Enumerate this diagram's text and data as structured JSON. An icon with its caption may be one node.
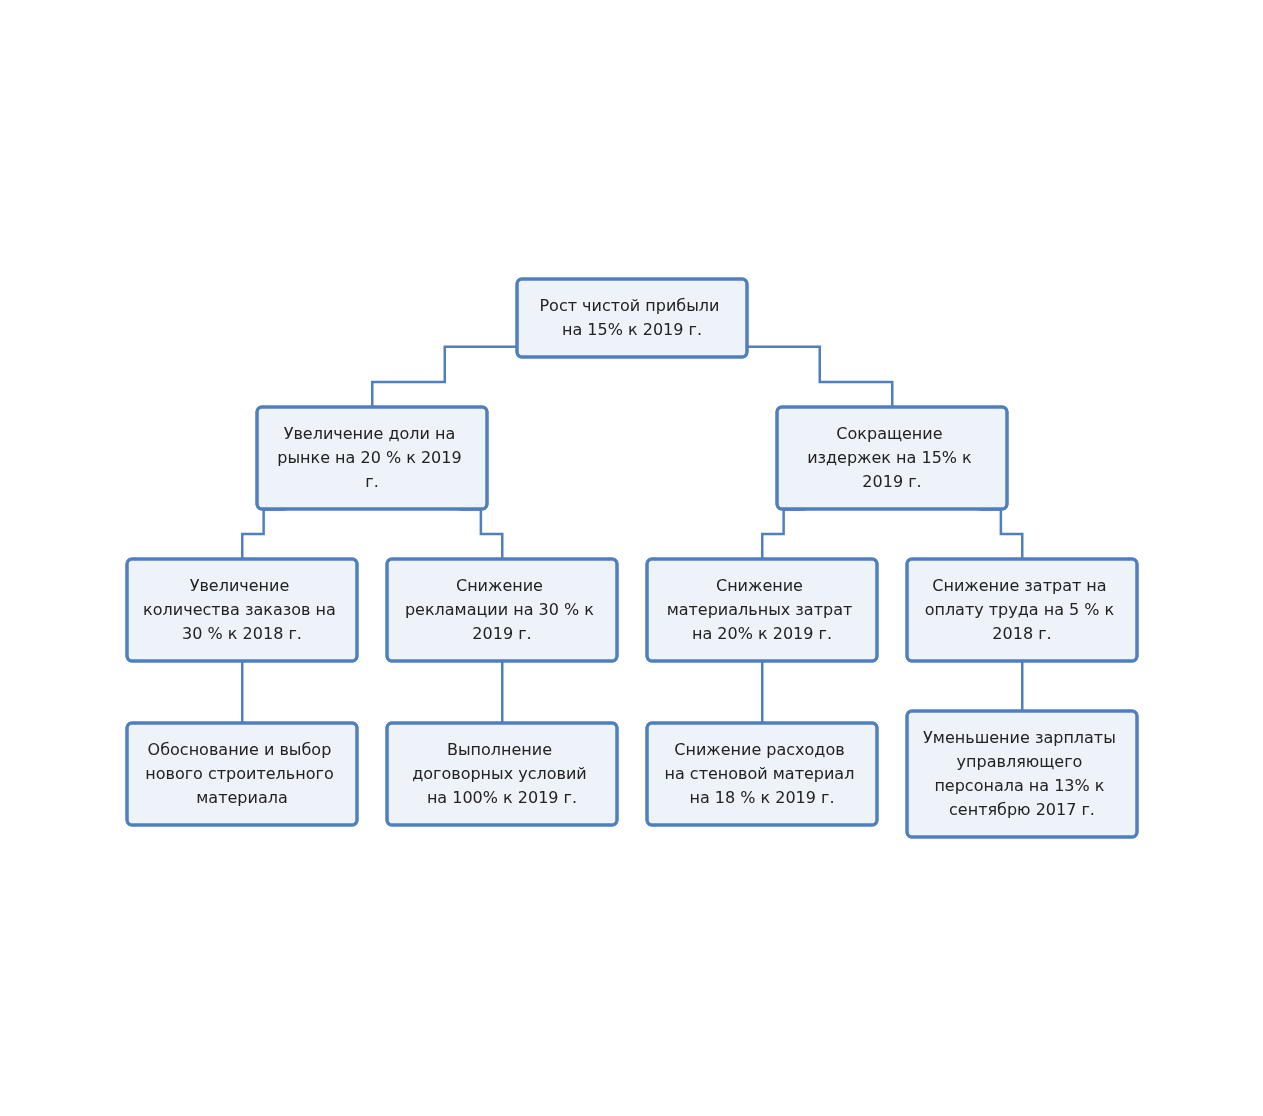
{
  "diagram": {
    "nodes": [
      {
        "text": [
          "Рост чистой прибыли на 15% к 2019 г."
        ]
      },
      {
        "text": [
          "Увеличение доли на рынке на 20 % к 2019 г."
        ]
      },
      {
        "text": [
          "Сокращение издержек на 15% к 2019 г."
        ]
      },
      {
        "text": [
          "Увеличение количества заказов на 30 % к 2018 г."
        ]
      },
      {
        "text": [
          "Снижение рекламации на 30 % к 2019 г."
        ]
      },
      {
        "text": [
          "Снижение материальных затрат на 20% к 2019 г."
        ]
      },
      {
        "text": [
          "Снижение затрат на оплату труда на 5 % к 2018 г."
        ]
      },
      {
        "text": [
          "Выполнение договорных условий на 100% к 2019 г."
        ]
      },
      {
        "text": [
          "Снижение расходов на стеновой материал на 18 % к 2019 г."
        ]
      },
      {
        "text": [
          "Уменьшение зарплаты управляющего персонала на 13% к сентябрю 2017 г."
        ]
      },
      {
        "text": [
          "Обоснование и выбор нового строительного материала"
        ]
      }
    ],
    "edges": [
      {
        "from": 0,
        "to": 1,
        "arrow": "none"
      },
      {
        "from": 0,
        "to": 2,
        "arrow": "none"
      },
      {
        "from": 1,
        "to": 3,
        "arrow": "none"
      },
      {
        "from": 1,
        "to": 4,
        "arrow": "none"
      },
      {
        "from": 2,
        "to": 5,
        "arrow": "none"
      },
      {
        "from": 2,
        "to": 6,
        "arrow": "none"
      },
      {
        "from": 4,
        "to": 7,
        "arrow": "none"
      },
      {
        "from": 5,
        "to": 8,
        "arrow": "none"
      },
      {
        "from": 6,
        "to": 9,
        "arrow": "none"
      },
      {
        "from": 3,
        "to": 10,
        "arrow": "none"
      }
    ]
  }
}
